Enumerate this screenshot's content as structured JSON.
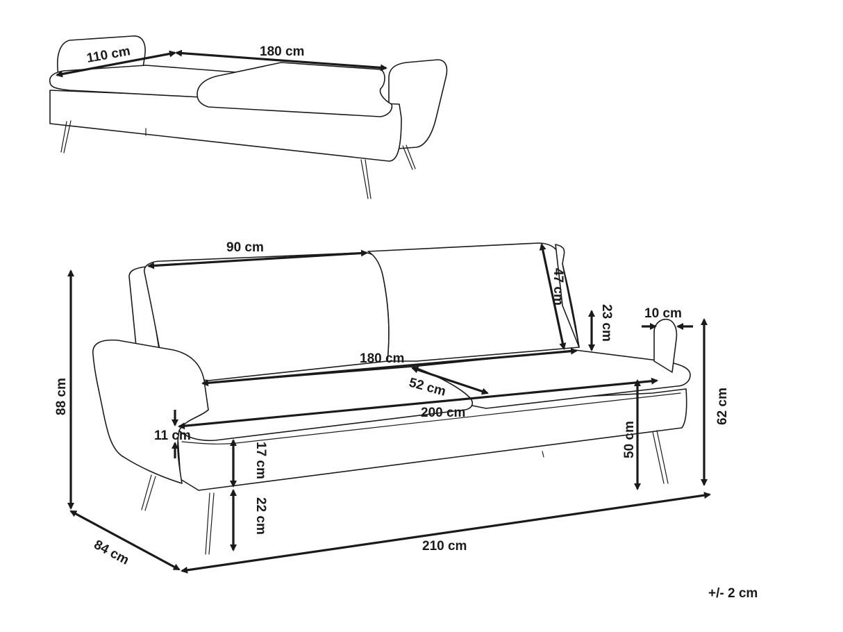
{
  "top_view": {
    "depth_open": "110 cm",
    "length_open": "180 cm"
  },
  "main_view": {
    "backrest_cushion_width": "90 cm",
    "backrest_cushion_height": "47 cm",
    "armrest_width": "10 cm",
    "armrest_height": "23 cm",
    "seat_width": "180 cm",
    "seat_depth": "52 cm",
    "bed_length": "200 cm",
    "seat_cushion_thickness": "11 cm",
    "frame_height": "17 cm",
    "leg_height": "22 cm",
    "seat_height": "50 cm",
    "armrest_total_height": "62 cm",
    "total_height": "88 cm",
    "total_depth": "84 cm",
    "total_width": "210 cm"
  },
  "tolerance": "+/- 2 cm"
}
